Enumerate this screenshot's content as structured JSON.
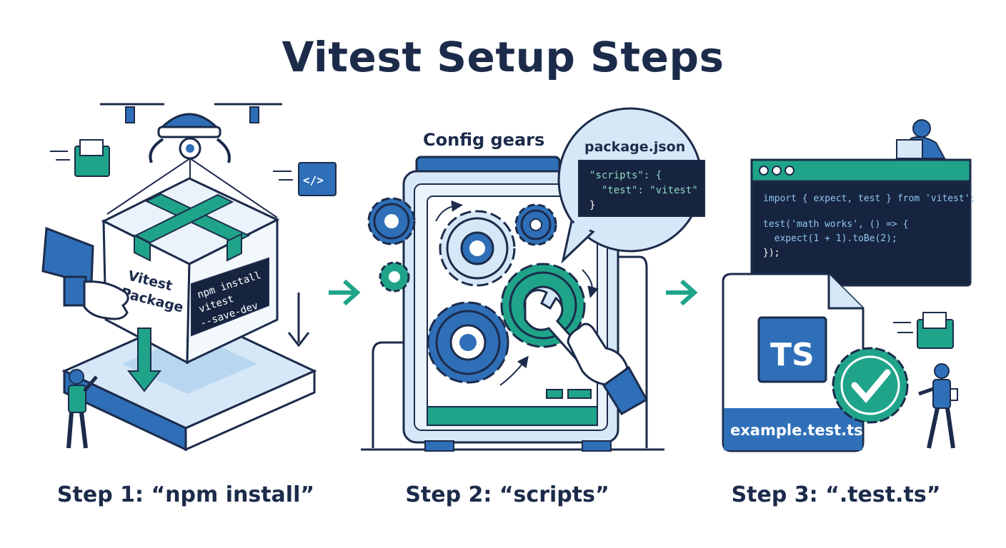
{
  "title": "Vitest Setup Steps",
  "colors": {
    "navy": "#1c2b4a",
    "blue": "#2f6fb8",
    "teal": "#1fa48a",
    "light": "#d6e7f7",
    "dark_code": "#17243f"
  },
  "step1": {
    "caption": "Step 1: “npm install”",
    "box_label_line1": "Vitest",
    "box_label_line2": "Package",
    "command_line1": "npm install",
    "command_line2": "vitest",
    "command_line3": "--save-dev"
  },
  "step2": {
    "caption": "Step 2: “scripts”",
    "gears_label": "Config gears",
    "bubble_title": "package.json",
    "code_line1": "\"scripts\": {",
    "code_line2": "  \"test\": \"vitest\"",
    "code_line3": "}"
  },
  "step3": {
    "caption": "Step 3: “.test.ts”",
    "code_line1": "import { expect, test } from 'vitest';",
    "code_line2": "test('math works', () => {",
    "code_line3": "  expect(1 + 1).toBe(2);",
    "code_line4": "});",
    "ts_badge": "TS",
    "file_name": "example.test.ts"
  }
}
